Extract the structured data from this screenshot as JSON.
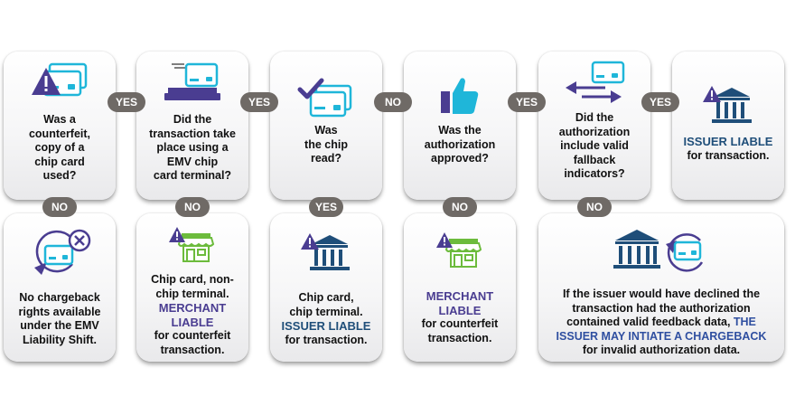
{
  "top_row": [
    {
      "id": "q1",
      "lines": [
        "Was a",
        "counterfeit,",
        "copy of a",
        "chip card",
        "used?"
      ],
      "icon": "counterfeit-card-warning-icon"
    },
    {
      "id": "q2",
      "lines": [
        "Did the",
        "transaction take",
        "place using a",
        "EMV chip",
        "card terminal?"
      ],
      "icon": "card-terminal-icon"
    },
    {
      "id": "q3",
      "lines": [
        "Was",
        "the chip",
        "read?"
      ],
      "icon": "chip-read-checkmark-icon"
    },
    {
      "id": "q4",
      "lines": [
        "Was the",
        "authorization",
        "approved?"
      ],
      "icon": "thumbs-up-icon"
    },
    {
      "id": "q5",
      "lines": [
        "Did the",
        "authorization",
        "include valid",
        "fallback",
        "indicators?"
      ],
      "icon": "card-exchange-arrows-icon"
    },
    {
      "id": "r5",
      "highlight": "ISSUER LIABLE",
      "lines": [
        "for transaction."
      ],
      "icon": "issuer-bank-warning-icon"
    }
  ],
  "bottom_row": [
    {
      "id": "b1",
      "lines": [
        "No chargeback",
        "rights available",
        "under the EMV",
        "Liability Shift."
      ],
      "icon": "card-cycle-x-icon"
    },
    {
      "id": "b2",
      "lines": [
        "Chip card, non-",
        "chip terminal."
      ],
      "highlight": [
        "MERCHANT",
        "LIABLE"
      ],
      "lines_after": [
        "for counterfeit",
        "transaction."
      ],
      "icon": "merchant-store-warning-icon"
    },
    {
      "id": "b3",
      "lines": [
        "Chip card,",
        "chip terminal."
      ],
      "highlight": "ISSUER LIABLE",
      "lines_after": [
        "for transaction."
      ],
      "icon": "issuer-bank-warning-icon"
    },
    {
      "id": "b4",
      "highlight": [
        "MERCHANT",
        "LIABLE"
      ],
      "lines_after": [
        "for counterfeit",
        "transaction."
      ],
      "icon": "merchant-store-warning-icon"
    },
    {
      "id": "b5",
      "lines": [
        "If the issuer would have declined the",
        "transaction had the authorization"
      ],
      "mixed_line": {
        "plain": "contained valid feedback data, ",
        "accent": "THE"
      },
      "accent_line": "ISSUER MAY INTIATE A CHARGEBACK",
      "lines_after": [
        "for invalid authorization data."
      ],
      "icon": "bank-chargeback-cycle-icon"
    }
  ],
  "connectors": {
    "q1_q2": "YES",
    "q2_q3": "YES",
    "q3_q4": "NO",
    "q4_q5": "YES",
    "q5_r5": "YES",
    "q1_b1": "NO",
    "q2_b2": "NO",
    "q3_b3": "YES",
    "q4_b4": "NO",
    "q5_b5": "NO"
  },
  "colors": {
    "navy": "#1f4e79",
    "purple": "#4a3d91",
    "teal": "#1fb6d9",
    "green": "#6cbb3c",
    "pill": "#6f6a66"
  }
}
